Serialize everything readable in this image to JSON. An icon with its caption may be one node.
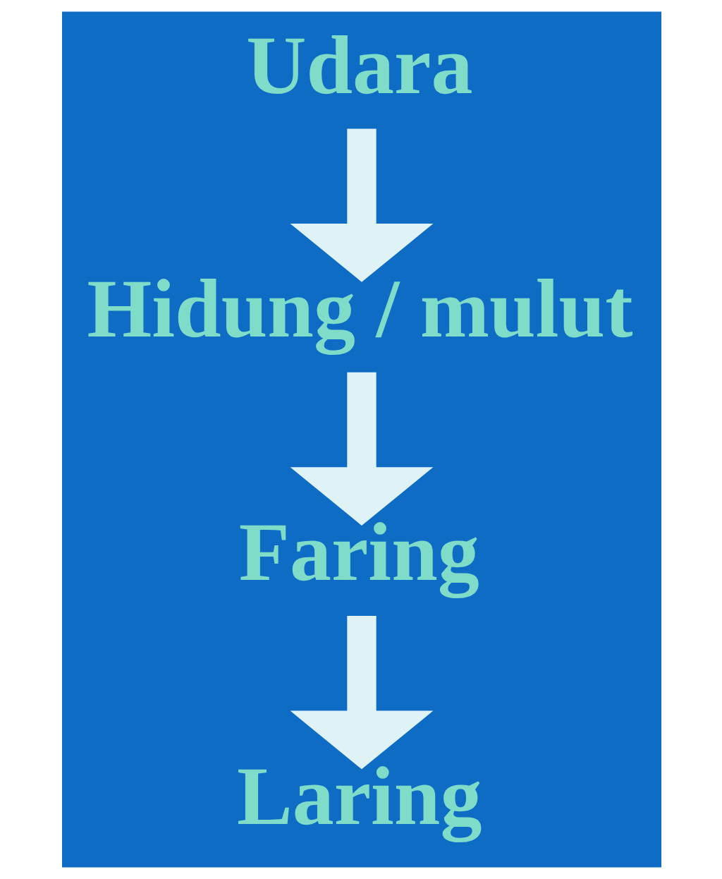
{
  "diagram": {
    "nodes": [
      {
        "text": [
          "Udara"
        ]
      },
      {
        "text": [
          "Hidung / mulut"
        ]
      },
      {
        "text": [
          "Faring"
        ]
      },
      {
        "text": [
          "Laring"
        ]
      }
    ],
    "edges": [
      {
        "from": 0,
        "to": 1,
        "arrow": "to"
      },
      {
        "from": 1,
        "to": 2,
        "arrow": "to"
      },
      {
        "from": 2,
        "to": 3,
        "arrow": "to"
      }
    ]
  }
}
